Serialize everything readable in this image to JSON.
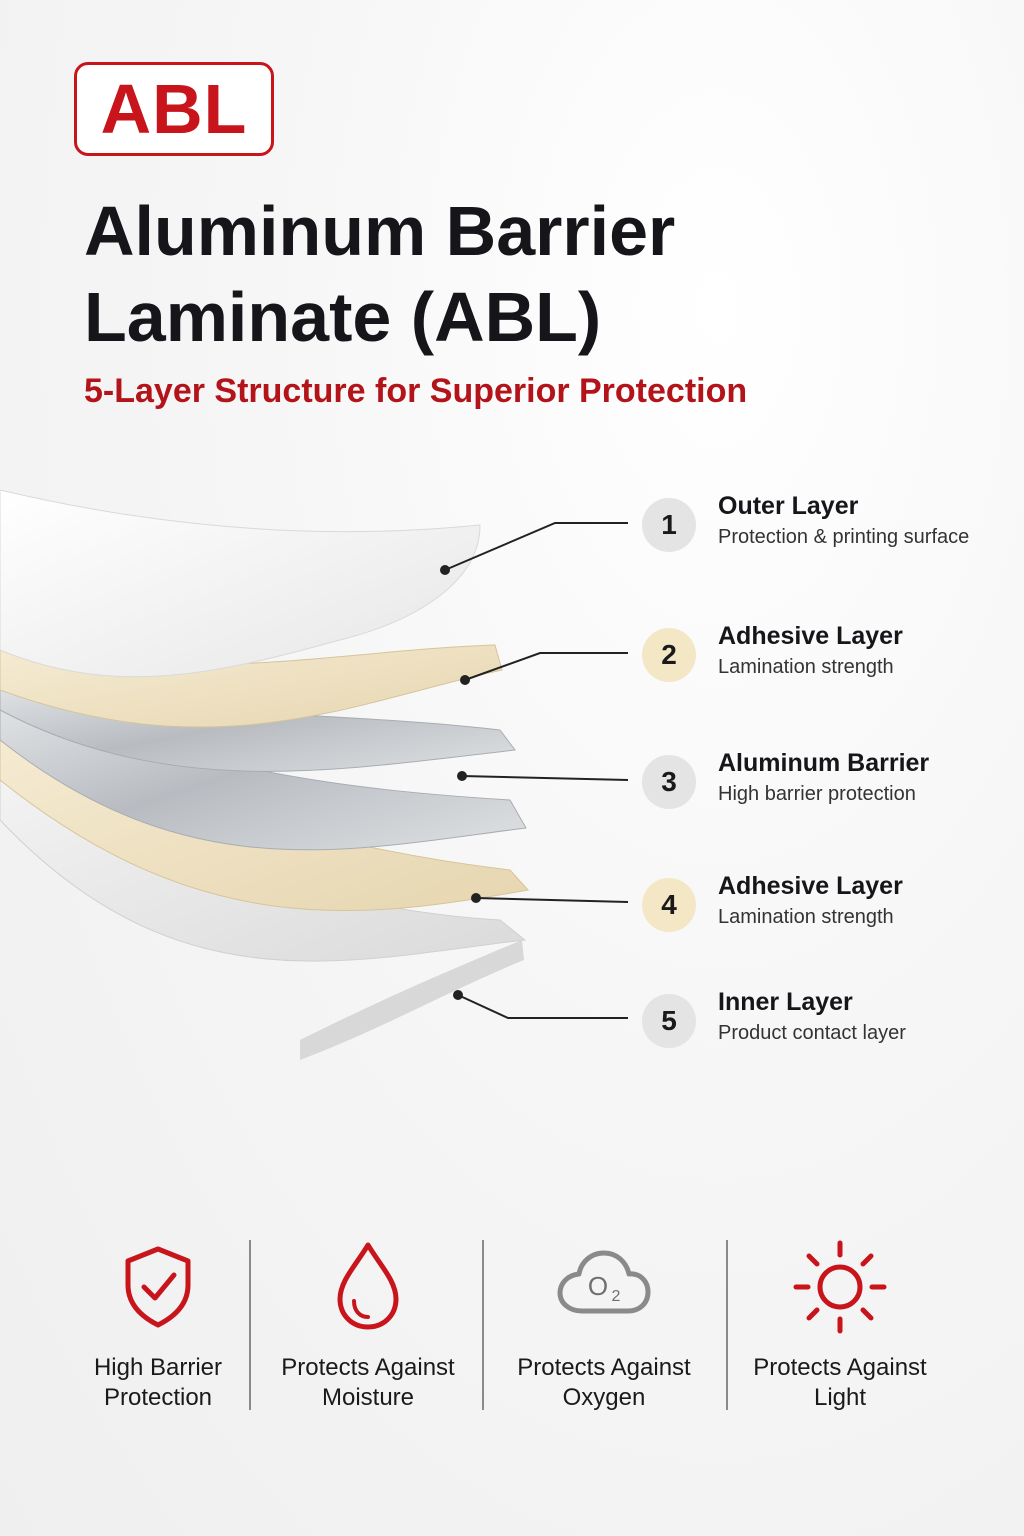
{
  "badge": "ABL",
  "title_line1": "Aluminum Barrier",
  "title_line2": "Laminate (ABL)",
  "subtitle": "5-Layer Structure for Superior Protection",
  "layers": [
    {
      "num": "1",
      "name": "Outer Layer",
      "desc": "Protection & printing surface",
      "tone": "gray"
    },
    {
      "num": "2",
      "name": "Adhesive Layer",
      "desc": "Lamination strength",
      "tone": "beige"
    },
    {
      "num": "3",
      "name": "Aluminum Barrier",
      "desc": "High barrier protection",
      "tone": "gray"
    },
    {
      "num": "4",
      "name": "Adhesive Layer",
      "desc": "Lamination strength",
      "tone": "beige"
    },
    {
      "num": "5",
      "name": "Inner Layer",
      "desc": "Product contact layer",
      "tone": "gray"
    }
  ],
  "features": [
    {
      "label": "High Barrier Protection",
      "icon": "shield-check-icon"
    },
    {
      "label": "Protects Against Moisture",
      "icon": "water-drop-icon"
    },
    {
      "label": "Protects Against Oxygen",
      "icon": "oxygen-cloud-icon"
    },
    {
      "label": "Protects Against Light",
      "icon": "sun-icon"
    }
  ],
  "oxygen_symbol": "O",
  "oxygen_subscript": "2",
  "colors": {
    "accent": "#c8141b",
    "beige": "#efe2c2",
    "aluminum": "#c6c9cd",
    "icon_gray": "#8a8a8a"
  }
}
